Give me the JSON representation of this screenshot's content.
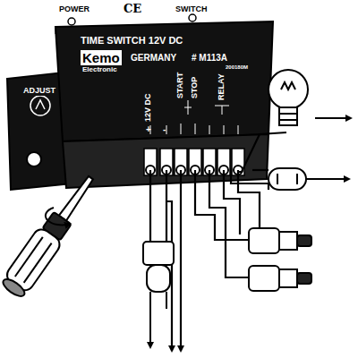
{
  "diagram": {
    "labels": [
      "POWER",
      "CE",
      "SWITCH",
      "TIME SWITCH 12V DC",
      "Kemo",
      "GERMANY",
      "# M113A",
      "Electronic",
      "200180M",
      "ADJUST",
      "12V DC",
      "+",
      "-",
      "START",
      "STOP",
      "RELAY"
    ]
  }
}
